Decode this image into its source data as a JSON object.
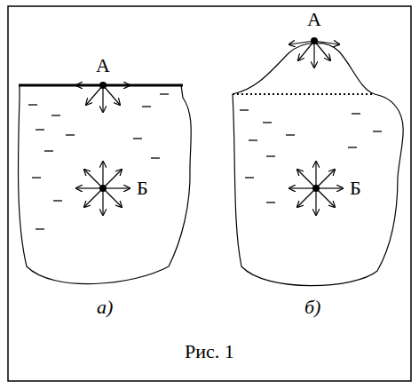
{
  "diagram": {
    "caption": "Рис. 1",
    "labels": [
      "А",
      "Б",
      "а)",
      "А",
      "Б",
      "б)"
    ]
  }
}
